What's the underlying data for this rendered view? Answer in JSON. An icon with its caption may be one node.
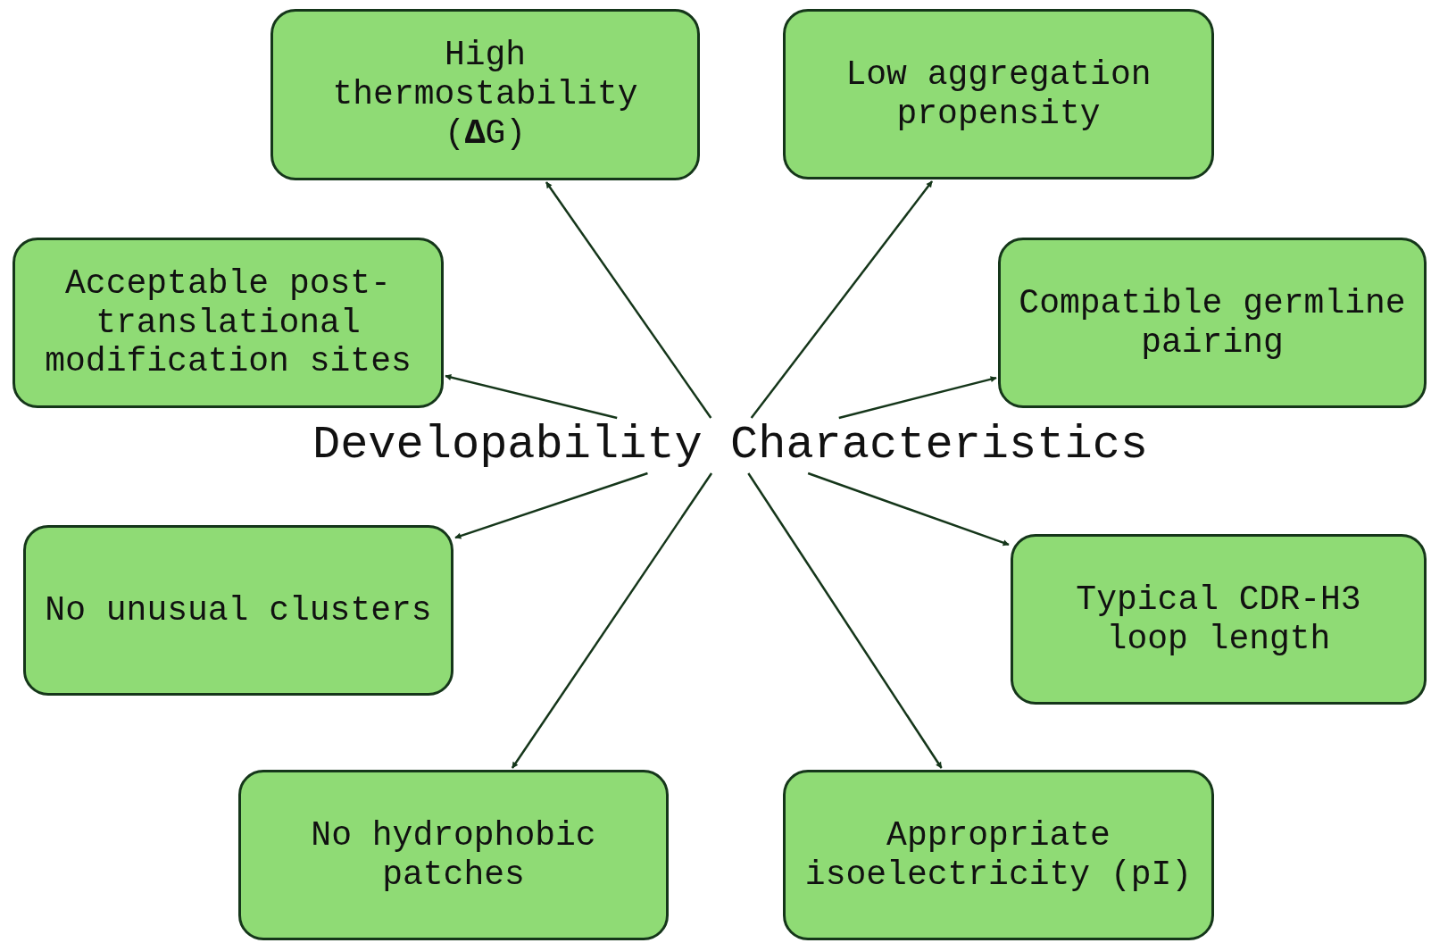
{
  "diagram": {
    "nodes": [
      {
        "text": [
          "High thermostability (**Δ**G)"
        ]
      },
      {
        "text": [
          "Low aggregation propensity"
        ]
      },
      {
        "text": [
          "Acceptable post-translational modification sites"
        ]
      },
      {
        "text": [
          "Compatible germline pairing"
        ]
      },
      {
        "text": [
          "Developability Characteristics"
        ]
      },
      {
        "text": [
          "No unusual clusters"
        ]
      },
      {
        "text": [
          "Typical CDR-H3 loop length"
        ]
      },
      {
        "text": [
          "No hydrophobic patches"
        ]
      },
      {
        "text": [
          "Appropriate isoelectricity (pI)"
        ]
      }
    ],
    "edges": [
      {
        "from": 4,
        "to": 0,
        "arrow": "to"
      },
      {
        "from": 4,
        "to": 1,
        "arrow": "to"
      },
      {
        "from": 4,
        "to": 2,
        "arrow": "to"
      },
      {
        "from": 4,
        "to": 3,
        "arrow": "to"
      },
      {
        "from": 4,
        "to": 5,
        "arrow": "to"
      },
      {
        "from": 4,
        "to": 7,
        "arrow": "to"
      },
      {
        "from": 4,
        "to": 8,
        "arrow": "to"
      },
      {
        "from": 4,
        "to": 6,
        "arrow": "to"
      }
    ]
  }
}
